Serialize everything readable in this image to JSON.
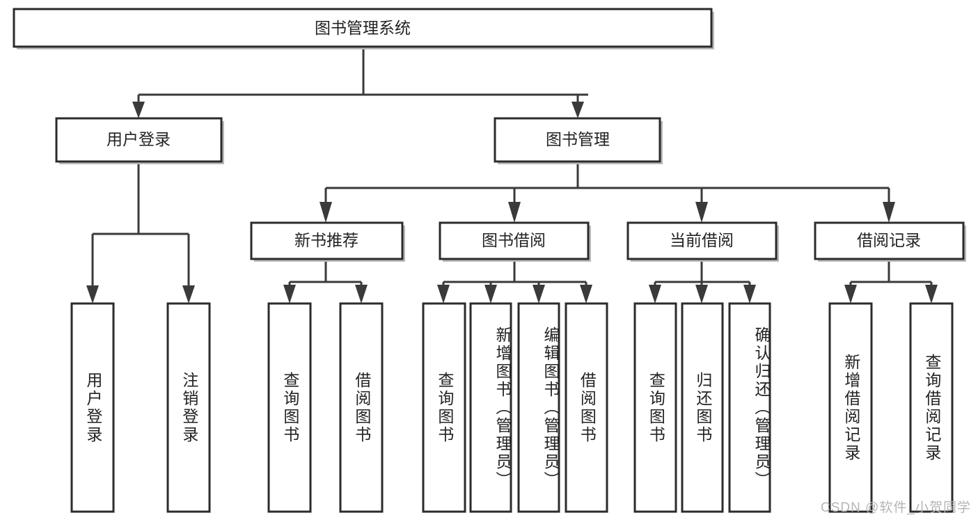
{
  "diagram": {
    "title": "图书管理系统",
    "watermark": "CSDN @软件_小贺同学",
    "colors": {
      "box_stroke": "#2b2b2b",
      "box_fill": "#ffffff",
      "edge": "#3a3a3a",
      "text": "#222222",
      "shadow": "#b9b9b9",
      "watermark": "#b5b5b5",
      "background": "#ffffff"
    },
    "root": {
      "label": "图书管理系统"
    },
    "level2": [
      {
        "label": "用户登录"
      },
      {
        "label": "图书管理"
      }
    ],
    "level3": [
      {
        "label": "新书推荐"
      },
      {
        "label": "图书借阅"
      },
      {
        "label": "当前借阅"
      },
      {
        "label": "借阅记录"
      }
    ],
    "leaves": [
      {
        "label": "用户登录",
        "parent": "用户登录"
      },
      {
        "label": "注销登录",
        "parent": "用户登录"
      },
      {
        "label": "查询图书",
        "parent": "新书推荐"
      },
      {
        "label": "借阅图书",
        "parent": "新书推荐"
      },
      {
        "label": "查询图书",
        "parent": "图书借阅"
      },
      {
        "label": "新增图书（管理员）",
        "parent": "图书借阅"
      },
      {
        "label": "编辑图书（管理员）",
        "parent": "图书借阅"
      },
      {
        "label": "借阅图书",
        "parent": "图书借阅"
      },
      {
        "label": "查询图书",
        "parent": "当前借阅"
      },
      {
        "label": "归还图书",
        "parent": "当前借阅"
      },
      {
        "label": "确认归还（管理员）",
        "parent": "当前借阅"
      },
      {
        "label": "新增借阅记录",
        "parent": "借阅记录"
      },
      {
        "label": "查询借阅记录",
        "parent": "借阅记录"
      }
    ]
  }
}
